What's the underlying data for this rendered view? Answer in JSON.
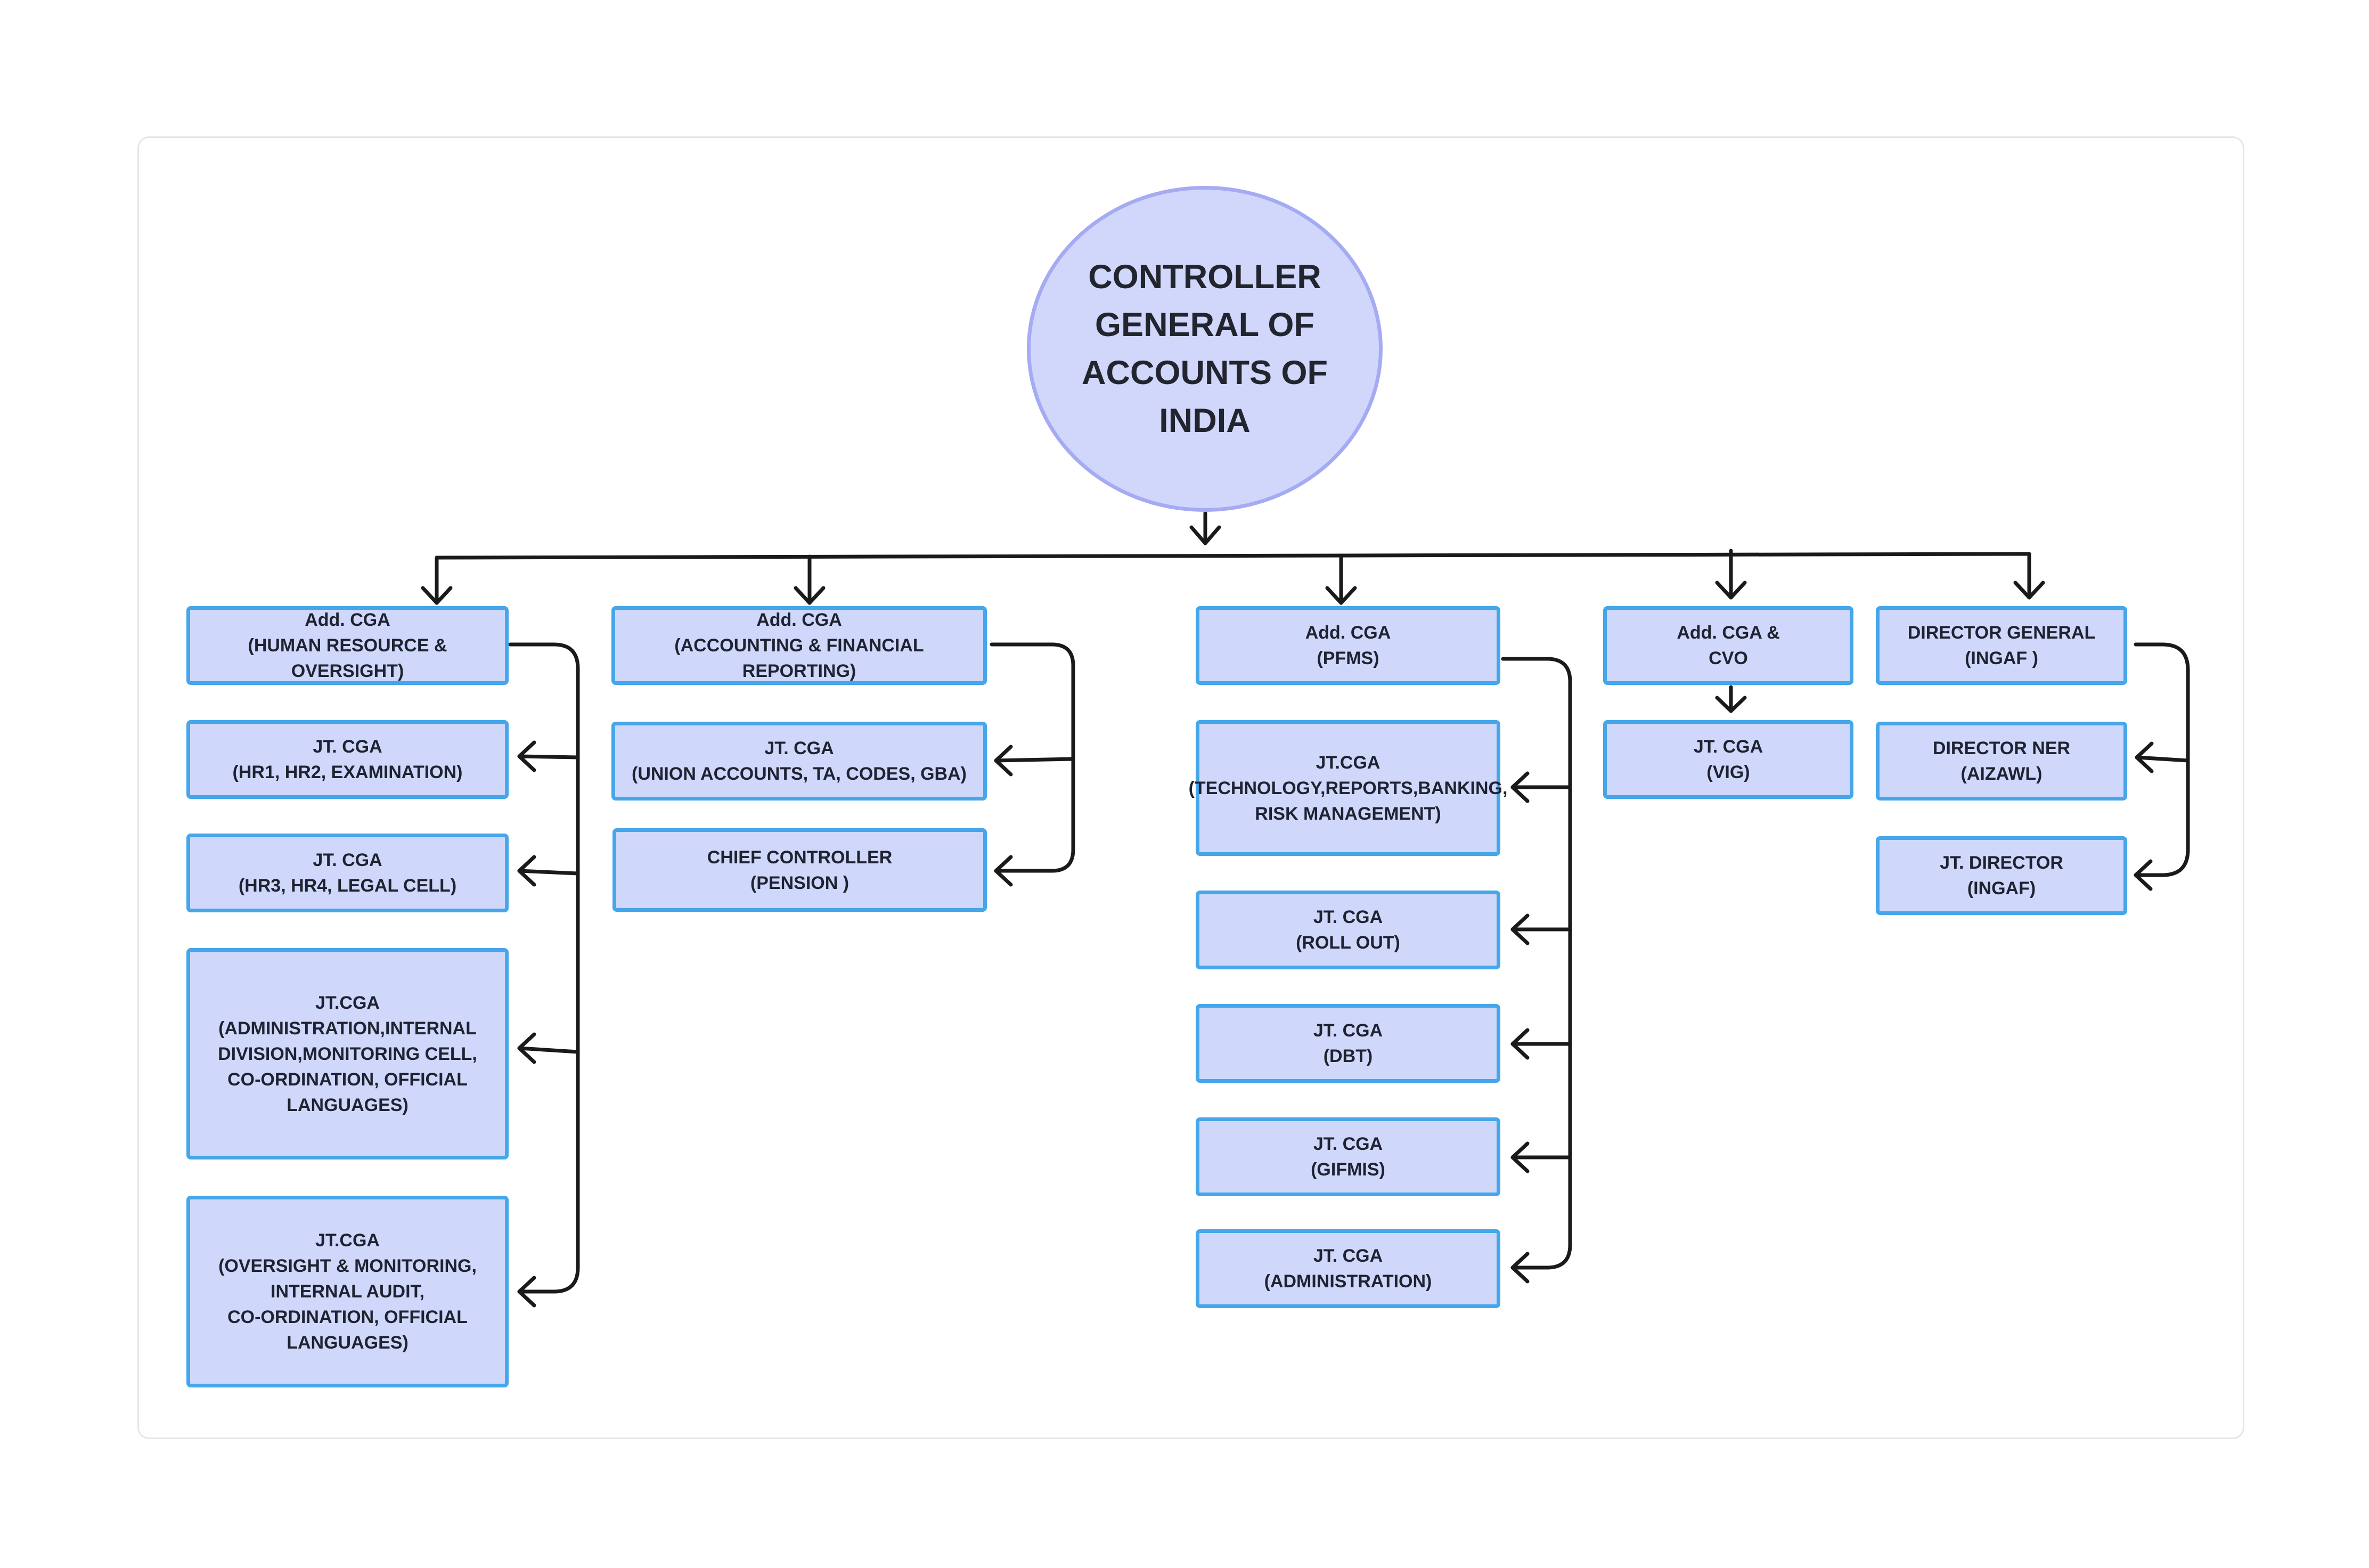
{
  "root": {
    "label": "CONTROLLER\nGENERAL OF\nACCOUNTS OF\nINDIA"
  },
  "columns": [
    {
      "head": "Add. CGA\n(HUMAN RESOURCE & OVERSIGHT)",
      "children": [
        "JT. CGA\n(HR1, HR2, EXAMINATION)",
        "JT. CGA\n(HR3, HR4, LEGAL CELL)",
        "JT.CGA\n(ADMINISTRATION,INTERNAL DIVISION,MONITORING CELL, CO-ORDINATION, OFFICIAL LANGUAGES)",
        "JT.CGA\n(OVERSIGHT & MONITORING,\nINTERNAL AUDIT,\nCO-ORDINATION, OFFICIAL LANGUAGES)"
      ]
    },
    {
      "head": "Add. CGA\n(ACCOUNTING & FINANCIAL REPORTING)",
      "children": [
        "JT. CGA\n(UNION ACCOUNTS, TA, CODES, GBA)",
        "CHIEF CONTROLLER\n(PENSION )"
      ]
    },
    {
      "head": "Add. CGA\n(PFMS)",
      "children": [
        "JT.CGA\n(TECHNOLOGY,REPORTS,BANKING, RISK MANAGEMENT)",
        "JT. CGA\n(ROLL OUT)",
        "JT. CGA\n(DBT)",
        "JT. CGA\n(GIFMIS)",
        "JT. CGA\n(ADMINISTRATION)"
      ]
    },
    {
      "head": "Add. CGA &\nCVO",
      "children": [
        "JT. CGA\n(VIG)"
      ]
    },
    {
      "head": "DIRECTOR GENERAL\n(INGAF )",
      "children": [
        "DIRECTOR NER\n(AIZAWL)",
        "JT. DIRECTOR\n(INGAF)"
      ]
    }
  ],
  "colors": {
    "root_fill": "#d0d7fb",
    "root_border": "#a5abf3",
    "box_fill": "#cfd8fb",
    "box_border": "#45a6ea",
    "connector": "#1a1a1a"
  }
}
